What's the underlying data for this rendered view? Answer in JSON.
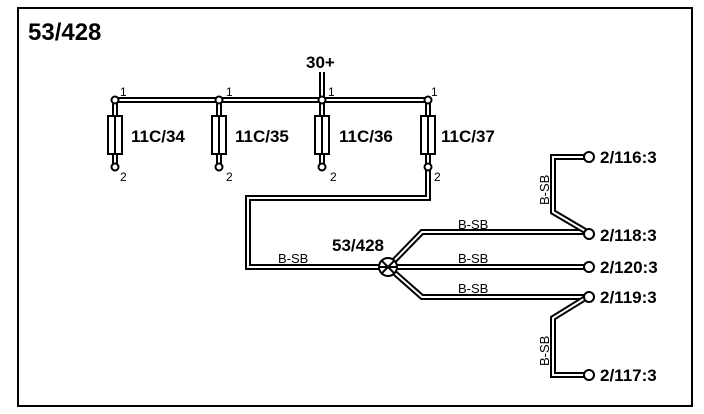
{
  "diagram": {
    "title": "53/428",
    "supply_label": "30+",
    "fuses": [
      {
        "name": "11C/34",
        "pin_top": "1",
        "pin_bottom": "2"
      },
      {
        "name": "11C/35",
        "pin_top": "1",
        "pin_bottom": "2"
      },
      {
        "name": "11C/36",
        "pin_top": "1",
        "pin_bottom": "2"
      },
      {
        "name": "11C/37",
        "pin_top": "1",
        "pin_bottom": "2"
      }
    ],
    "splice": {
      "label": "53/428"
    },
    "wire_colors": {
      "feed": "B-SB",
      "to_118": "B-SB",
      "to_120": "B-SB",
      "to_119": "B-SB",
      "118_to_116": "B-SB",
      "119_to_117": "B-SB"
    },
    "connectors": {
      "c116": "2/116:3",
      "c118": "2/118:3",
      "c120": "2/120:3",
      "c119": "2/119:3",
      "c117": "2/117:3"
    }
  }
}
